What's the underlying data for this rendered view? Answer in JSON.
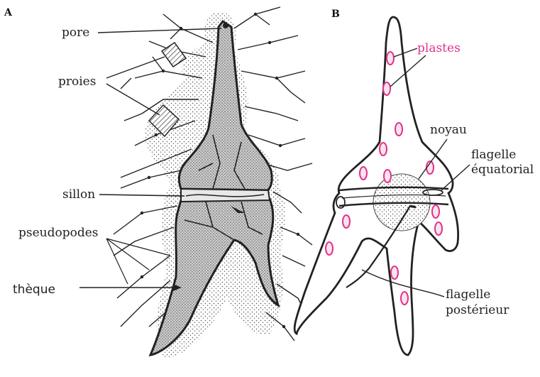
{
  "panels": {
    "a": {
      "letter": "A",
      "labels": {
        "pore": "pore",
        "proies": "proies",
        "sillon": "sillon",
        "pseudopodes": "pseudopodes",
        "theque": "thèque"
      }
    },
    "b": {
      "letter": "B",
      "labels": {
        "plastes": "plastes",
        "noyau": "noyau",
        "flagelle_equatorial_1": "flagelle",
        "flagelle_equatorial_2": "équatorial",
        "flagelle_posterieur_1": "flagelle",
        "flagelle_posterieur_2": "postérieur"
      }
    }
  },
  "colors": {
    "ink": "#222222",
    "stipple": "#555555",
    "plaste": "#e0338a",
    "plaste_label": "#e0338a",
    "cell_fill": "#ffffff",
    "theque_fill": "#b8b8b8"
  }
}
